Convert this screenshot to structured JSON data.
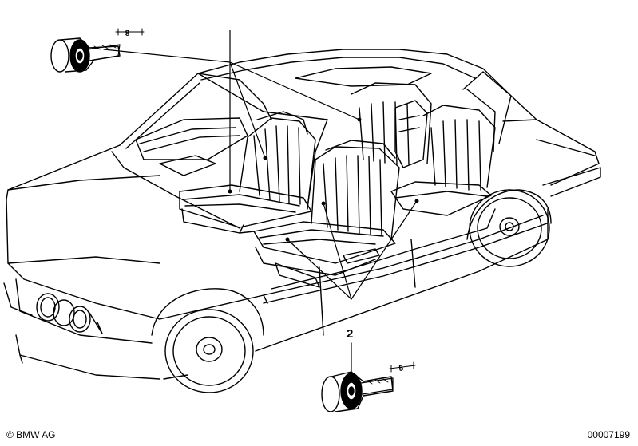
{
  "diagram": {
    "callouts": [
      {
        "id": "1",
        "label": ""
      },
      {
        "id": "2",
        "label": "2"
      }
    ],
    "dimension_labels": {
      "roll_top": "8",
      "roll_bottom": "5"
    },
    "footer": {
      "copyright": "© BMW AG",
      "document_number": "00007199"
    }
  }
}
